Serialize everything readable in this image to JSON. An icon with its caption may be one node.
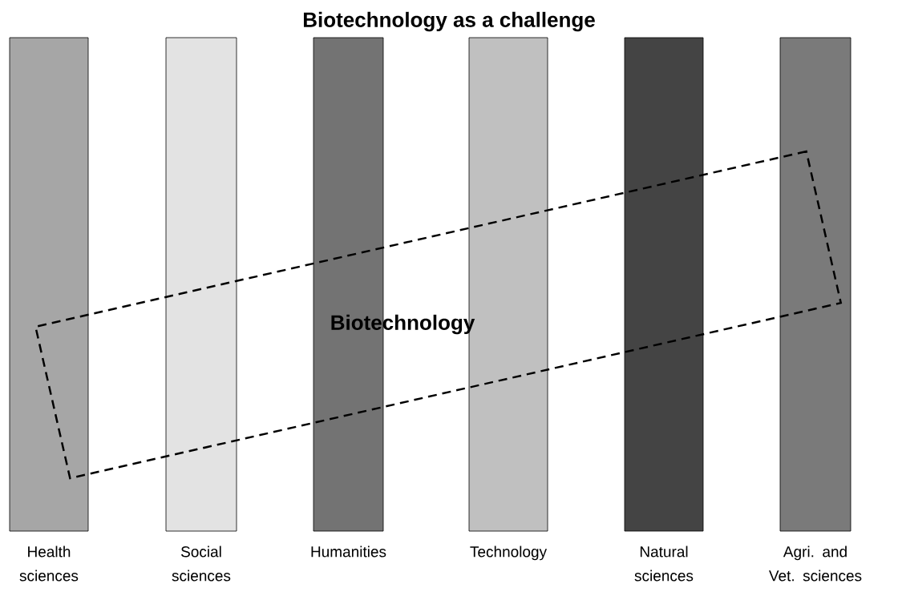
{
  "diagram": {
    "title": "Biotechnology as a challenge",
    "nodes": [
      {
        "text": [
          "Health sciences"
        ]
      },
      {
        "text": [
          "Social sciences"
        ]
      },
      {
        "text": [
          "Humanities"
        ]
      },
      {
        "text": [
          "Technology"
        ]
      },
      {
        "text": [
          "Natural sciences"
        ]
      },
      {
        "text": [
          "Agri. and Vet. sciences"
        ]
      },
      {
        "text": [
          "Biotechnology"
        ]
      }
    ]
  }
}
